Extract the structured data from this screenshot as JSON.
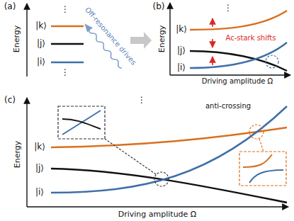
{
  "diagram": {
    "labels": [
      "(a)",
      "Energy",
      "⋮",
      "|k⟩",
      "|j⟩",
      "|i⟩",
      "⋮",
      "Off-resonance drives",
      "(b)",
      "Energy",
      "⋮",
      "|k⟩",
      "Ac-stark shifts",
      "|j⟩",
      "|i⟩",
      "Driving amplitude Ω",
      "(c)",
      "Energy",
      "⋮",
      "anti-crossing",
      "|k⟩",
      "|j⟩",
      "|i⟩",
      "Driving amplitude Ω"
    ]
  }
}
